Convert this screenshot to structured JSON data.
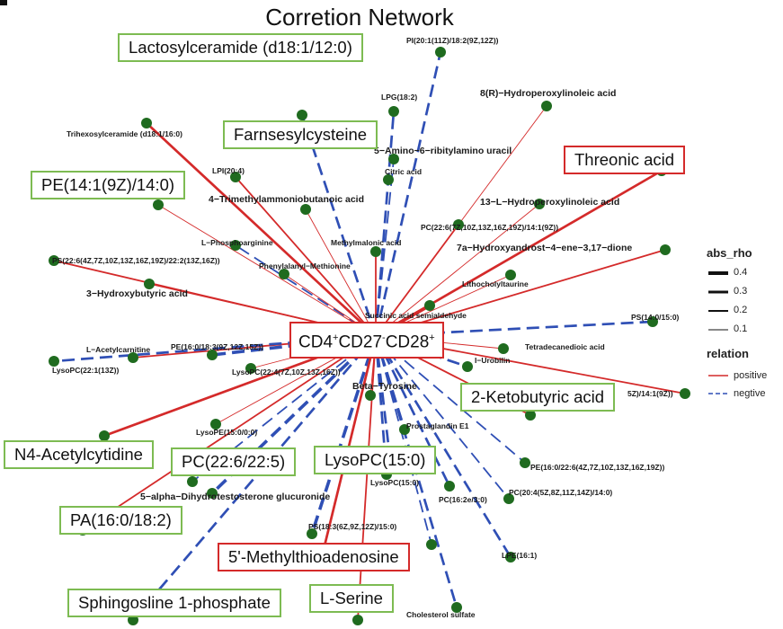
{
  "title": "Corretion Network",
  "center": {
    "pre": "CD4",
    "sup1": "+",
    "mid1": "CD27",
    "sup2": "-",
    "mid2": "CD28",
    "sup3": "+"
  },
  "legend": {
    "abs_rho_title": "abs_rho",
    "abs_rho_values": [
      "0.4",
      "0.3",
      "0.2",
      "0.1"
    ],
    "relation_title": "relation",
    "relation_items": [
      {
        "label": "positive",
        "color": "#d42a2a"
      },
      {
        "label": "negtive",
        "color": "#2f4fb5"
      }
    ]
  },
  "colors": {
    "positive": "#d42a2a",
    "negative": "#2f4fb5",
    "node": "#1f6b1f",
    "highlight_green": "#7dbb52",
    "highlight_red": "#d42a2a"
  },
  "boxed_labels": [
    {
      "text": "Lactosylceramide (d18:1/12:0)",
      "style": "green"
    },
    {
      "text": "Farnsesylcysteine",
      "style": "green"
    },
    {
      "text": "PE(14:1(9Z)/14:0)",
      "style": "green"
    },
    {
      "text": "Threonic acid",
      "style": "red"
    },
    {
      "text": "2-Ketobutyric acid",
      "style": "green"
    },
    {
      "text": "N4-Acetylcytidine",
      "style": "green"
    },
    {
      "text": "PC(22:6/22:5)",
      "style": "green"
    },
    {
      "text": "LysoPC(15:0)",
      "style": "green"
    },
    {
      "text": "PA(16:0/18:2)",
      "style": "green"
    },
    {
      "text": "5'-Methylthioadenosine",
      "style": "red"
    },
    {
      "text": "Sphingosline 1-phosphate",
      "style": "green"
    },
    {
      "text": "L-Serine",
      "style": "green"
    }
  ],
  "node_labels": [
    "PI(20:1(11Z)/18:2(9Z,12Z))",
    "LPG(18:2)",
    "8(R)−Hydroperoxylinoleic acid",
    "Trihexosylceramide (d18:1/16:0)",
    "5−Amino−6−ribitylamino uracil",
    "LPI(20:4)",
    "Citric acid",
    "4−Trimethylammoniobutanoic acid",
    "13−L−Hydroperoxylinoleic acid",
    "PC(22:6(7Z,10Z,13Z,16Z,19Z)/14:1(9Z))",
    "L−Phosphoarginine",
    "Methylmalonic acid",
    "7a−Hydroxyandrost−4−ene−3,17−dione",
    "PS(22:6(4Z,7Z,10Z,13Z,16Z,19Z)/22:2(13Z,16Z))",
    "Phenylalanyl−Methionine",
    "Lithocholyltaurine",
    "3−Hydroxybutyric acid",
    "Succinic acid semialdehyde",
    "PS(14:0/15:0)",
    "L−Acetylcarnitine",
    "PE(16:0/18:3(9Z,12Z,15Z))",
    "Tetradecanedioic acid",
    "LysoPC(22:1(13Z))",
    "LysoPC(22:4(7Z,10Z,13Z,16Z))",
    "I−Urobilin",
    "Beta−Tyrosine",
    "5Z)/14:1(9Z))",
    "Prostaglandin E1",
    "LysoPE(15:0/0:0)",
    "PE(16:0/22:6(4Z,7Z,10Z,13Z,16Z,19Z))",
    "5−alpha−Dihydrotestosterone glucuronide",
    "LysoPC(15:0)",
    "PC(16:2e/3:0)",
    "PC(20:4(5Z,8Z,11Z,14Z)/14:0)",
    "PS(18:3(6Z,9Z,12Z)/15:0)",
    "LPE(16:1)",
    "Cholesterol sulfate"
  ],
  "edges": [
    {
      "sign": "negative",
      "rho": 0.3
    },
    {
      "sign": "negative",
      "rho": 0.3
    },
    {
      "sign": "positive",
      "rho": 0.1
    },
    {
      "sign": "positive",
      "rho": 0.3
    },
    {
      "sign": "negative",
      "rho": 0.2
    },
    {
      "sign": "positive",
      "rho": 0.2
    },
    {
      "sign": "negative",
      "rho": 0.1
    },
    {
      "sign": "positive",
      "rho": 0.1
    },
    {
      "sign": "positive",
      "rho": 0.1
    },
    {
      "sign": "positive",
      "rho": 0.2
    },
    {
      "sign": "negative",
      "rho": 0.2
    },
    {
      "sign": "positive",
      "rho": 0.2
    },
    {
      "sign": "positive",
      "rho": 0.2
    },
    {
      "sign": "positive",
      "rho": 0.2
    },
    {
      "sign": "positive",
      "rho": 0.1
    },
    {
      "sign": "positive",
      "rho": 0.1
    },
    {
      "sign": "positive",
      "rho": 0.1
    },
    {
      "sign": "positive",
      "rho": 0.4
    },
    {
      "sign": "negative",
      "rho": 0.3
    },
    {
      "sign": "positive",
      "rho": 0.2
    },
    {
      "sign": "negative",
      "rho": 0.4
    },
    {
      "sign": "positive",
      "rho": 0.1
    },
    {
      "sign": "negative",
      "rho": 0.3
    },
    {
      "sign": "positive",
      "rho": 0.1
    },
    {
      "sign": "negative",
      "rho": 0.3
    },
    {
      "sign": "positive",
      "rho": 0.1
    },
    {
      "sign": "positive",
      "rho": 0.2
    },
    {
      "sign": "negative",
      "rho": 0.3
    },
    {
      "sign": "positive",
      "rho": 0.1
    },
    {
      "sign": "negative",
      "rho": 0.2
    },
    {
      "sign": "negative",
      "rho": 0.4
    },
    {
      "sign": "negative",
      "rho": 0.3
    },
    {
      "sign": "negative",
      "rho": 0.3
    },
    {
      "sign": "negative",
      "rho": 0.2
    },
    {
      "sign": "negative",
      "rho": 0.4
    },
    {
      "sign": "negative",
      "rho": 0.3
    },
    {
      "sign": "negative",
      "rho": 0.3
    },
    {
      "sign": "negative",
      "rho": 0.3
    },
    {
      "sign": "positive",
      "rho": 0.1
    },
    {
      "sign": "positive",
      "rho": 0.3
    },
    {
      "sign": "positive",
      "rho": 0.2
    },
    {
      "sign": "positive",
      "rho": 0.3
    },
    {
      "sign": "negative",
      "rho": 0.2
    },
    {
      "sign": "negative",
      "rho": 0.3
    },
    {
      "sign": "positive",
      "rho": 0.2
    },
    {
      "sign": "positive",
      "rho": 0.3
    },
    {
      "sign": "negative",
      "rho": 0.3
    },
    {
      "sign": "positive",
      "rho": 0.2
    },
    {
      "sign": "negative",
      "rho": 0.2
    }
  ]
}
